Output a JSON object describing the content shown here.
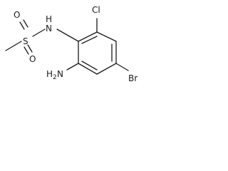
{
  "molecule": {
    "labels": {
      "sulfur": "S",
      "oxygen_upper": "O",
      "oxygen_lower": "O",
      "amide_nh": "N",
      "amide_nh_h": "H",
      "chlorine": "Cl",
      "bromine": "Br",
      "amine_h2n": "H",
      "amine_h2n_sub": "2",
      "amine_n": "N"
    }
  },
  "colors": {
    "bond": "#1a1a1a",
    "text": "#1a1a1a",
    "background": "#ffffff"
  }
}
